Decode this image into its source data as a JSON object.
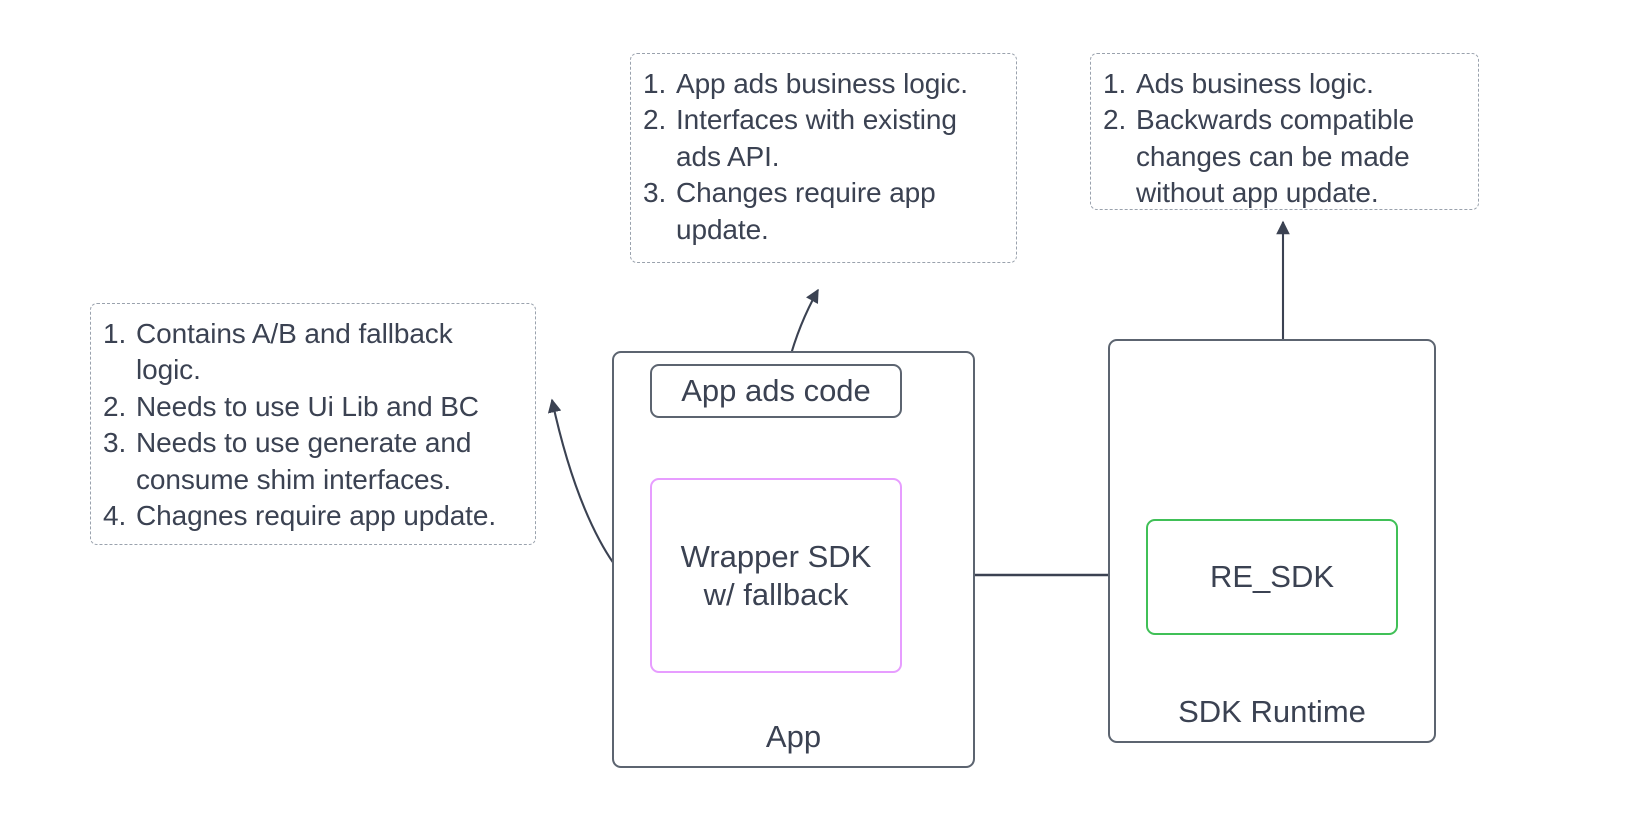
{
  "diagram": {
    "background_color": "#ffffff",
    "text_color": "#3b4252",
    "container_border_color": "#5c6470",
    "note_border_color": "#9aa2ad",
    "wrapper_sdk_border_color": "#e79dff",
    "re_sdk_border_color": "#40c057",
    "edge_color": "#3b4252"
  },
  "notes": {
    "app_ads_code_note": {
      "items": [
        "App ads business logic.",
        "Interfaces with existing ads API.",
        "Changes require app update."
      ]
    },
    "re_sdk_note": {
      "items": [
        "Ads business logic.",
        "Backwards compatible changes can be made without app update."
      ]
    },
    "wrapper_sdk_note": {
      "items": [
        "Contains A/B and fallback logic.",
        "Needs to use Ui Lib and BC",
        "Needs to use generate and consume shim interfaces.",
        "Chagnes require app update."
      ]
    }
  },
  "containers": {
    "app": {
      "label": "App"
    },
    "sdk_runtime": {
      "label": "SDK Runtime"
    }
  },
  "nodes": {
    "app_ads_code": {
      "label": "App ads code"
    },
    "wrapper_sdk": {
      "label": "Wrapper SDK\nw/ fallback"
    },
    "re_sdk": {
      "label": "RE_SDK"
    }
  }
}
